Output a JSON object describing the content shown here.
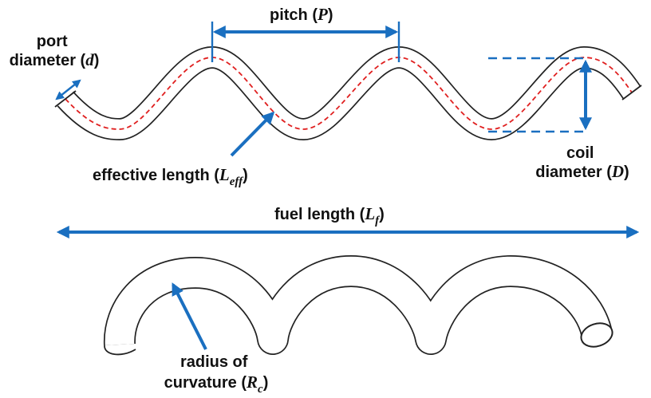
{
  "labels": {
    "pitch": {
      "text": "pitch (",
      "sym": "P",
      "close": ")"
    },
    "port_diameter": {
      "line1": "port",
      "line2": "diameter (",
      "sym": "d",
      "close": ")"
    },
    "effective_length": {
      "text": "effective length (",
      "sym": "L",
      "sub": "eff",
      "close": ")"
    },
    "coil_diameter": {
      "line1": "coil",
      "line2": "diameter (",
      "sym": "D",
      "close": ")"
    },
    "fuel_length": {
      "text": "fuel length (",
      "sym": "L",
      "sub": "f",
      "close": ")"
    },
    "radius_of_curvature": {
      "line1": "radius of",
      "line2": "curvature (",
      "sym": "R",
      "sub": "c",
      "close": ")"
    }
  },
  "colors": {
    "accent": "#1a6fc0",
    "centerline": "#e02020",
    "outline": "#222222",
    "text": "#111111"
  }
}
